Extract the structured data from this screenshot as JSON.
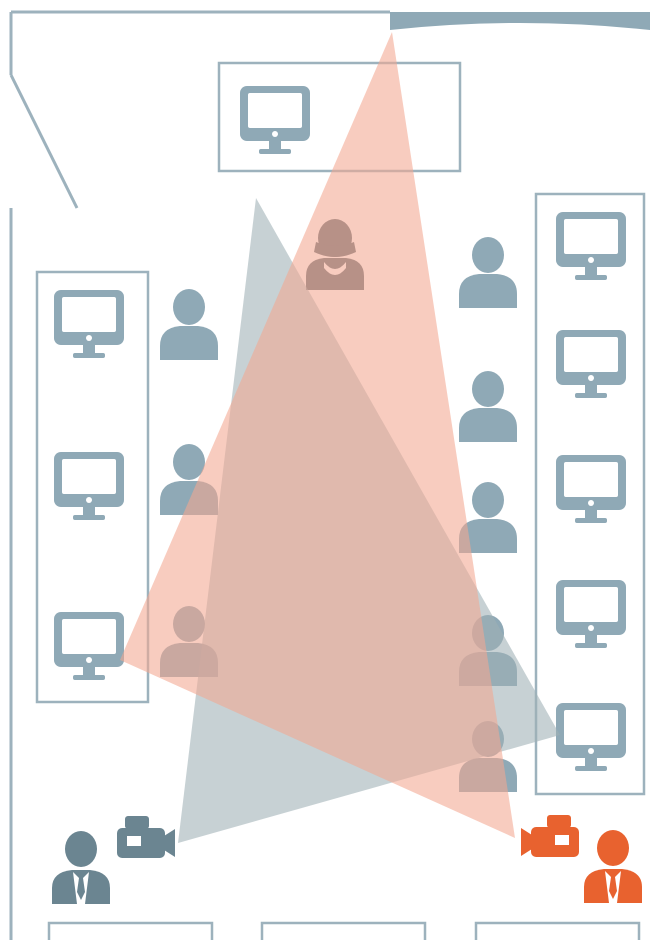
{
  "colors": {
    "outline": "#9db2bd",
    "icon": "#8fa9b6",
    "icon_dark": "#6b8591",
    "coral": "#e8622f",
    "coral_fill": "#f3a790",
    "gray_fill": "#9fb0b5",
    "presenter_dark": "#64727a"
  },
  "icons": {
    "monitor": "monitor-icon",
    "person": "person-icon",
    "person_female": "person-female-icon",
    "camera": "video-camera-icon",
    "operator": "camera-operator-icon"
  },
  "scene": {
    "left_monitor_count": 3,
    "right_monitor_count": 5,
    "left_person_count": 3,
    "right_person_count": 5,
    "bottom_table_count": 3
  }
}
